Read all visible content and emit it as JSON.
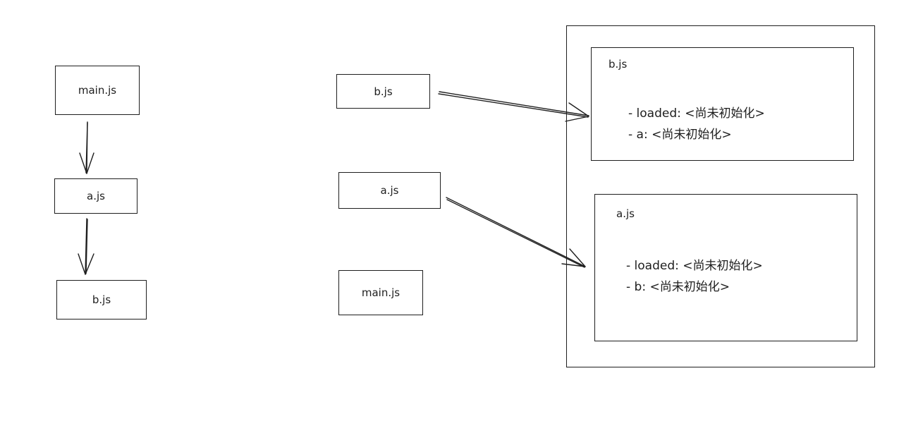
{
  "left_chain": {
    "main": "main.js",
    "a": "a.js",
    "b": "b.js"
  },
  "middle": {
    "b": "b.js",
    "a": "a.js",
    "main": "main.js"
  },
  "cache": {
    "b_module": {
      "title": "b.js",
      "props": [
        "- loaded: <尚未初始化>",
        "- a: <尚未初始化>"
      ]
    },
    "a_module": {
      "title": "a.js",
      "props": [
        "- loaded: <尚未初始化>",
        "- b: <尚未初始化>"
      ]
    }
  }
}
